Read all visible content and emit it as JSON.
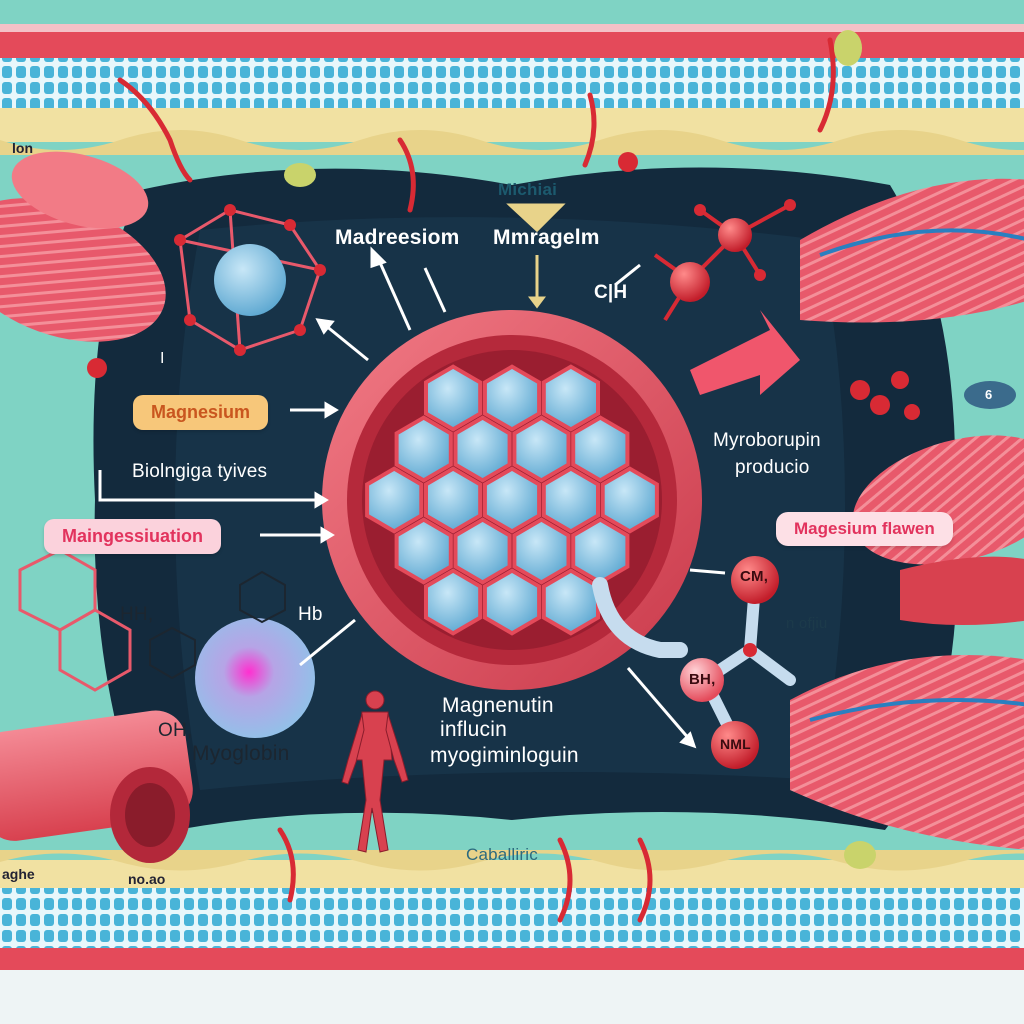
{
  "labels": {
    "top_header": "Michiai",
    "madreesiom": "Madreesiom",
    "mmragelm": "Mmragelm",
    "ch": "C|H",
    "magnesium_pill": "Magnesium",
    "bionigiga": "Biolngiga tyives",
    "maingessiuation_pill": "Maingessiuation",
    "myroborupin": "Myroborupin",
    "producio": "producio",
    "magesium_flawen_pill": "Magesium flawen",
    "oftio": "n ofjiu",
    "hh": "HH,",
    "hb": "Hb",
    "oh": "OH,",
    "myoglobin": "Myoglobin",
    "magnenutin": "Magnenutin",
    "influcin": "influcin",
    "myogiminloguin": "myogiminloguin",
    "caballiric": "Caballiric",
    "corner_top_left": "lon",
    "corner_bottom_left": "aghe",
    "corner_bottom_mid": "no.ao",
    "atom_cm": "CM,",
    "atom_bh": "BH,",
    "atom_nm": "NML",
    "ring_label": "I",
    "circle_six": "6"
  },
  "colors": {
    "membrane_blue": "#49b4d8",
    "membrane_cream": "#f1e1a2",
    "cytoplasm_teal": "#7fd3c4",
    "interior_dark": "#132a3d",
    "muscle_red": "#e8596b",
    "accent_pink": "#e2335d",
    "accent_orange": "#c9561f",
    "atom_red": "#d82a34"
  }
}
